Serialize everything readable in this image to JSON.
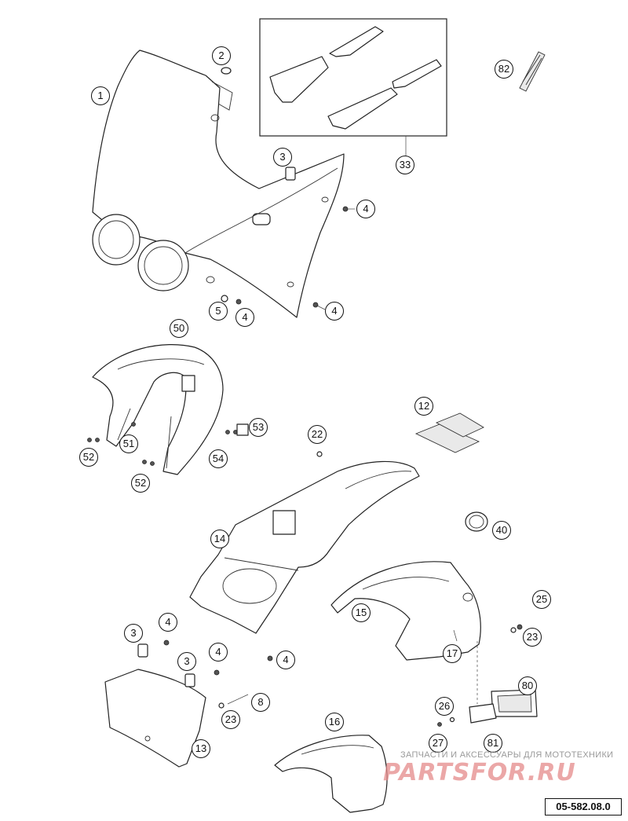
{
  "callouts": [
    {
      "id": "c1",
      "label": "1"
    },
    {
      "id": "c2",
      "label": "2"
    },
    {
      "id": "c3a",
      "label": "3"
    },
    {
      "id": "c4a",
      "label": "4"
    },
    {
      "id": "c4b",
      "label": "4"
    },
    {
      "id": "c4c",
      "label": "4"
    },
    {
      "id": "c5",
      "label": "5"
    },
    {
      "id": "c33",
      "label": "33"
    },
    {
      "id": "c82",
      "label": "82"
    },
    {
      "id": "c50",
      "label": "50"
    },
    {
      "id": "c51",
      "label": "51"
    },
    {
      "id": "c52a",
      "label": "52"
    },
    {
      "id": "c52b",
      "label": "52"
    },
    {
      "id": "c53",
      "label": "53"
    },
    {
      "id": "c54",
      "label": "54"
    },
    {
      "id": "c22",
      "label": "22"
    },
    {
      "id": "c12",
      "label": "12"
    },
    {
      "id": "c14",
      "label": "14"
    },
    {
      "id": "c40",
      "label": "40"
    },
    {
      "id": "c15",
      "label": "15"
    },
    {
      "id": "c25",
      "label": "25"
    },
    {
      "id": "c23a",
      "label": "23"
    },
    {
      "id": "c17",
      "label": "17"
    },
    {
      "id": "c4d",
      "label": "4"
    },
    {
      "id": "c3b",
      "label": "3"
    },
    {
      "id": "c4e",
      "label": "4"
    },
    {
      "id": "c3c",
      "label": "3"
    },
    {
      "id": "c4f",
      "label": "4"
    },
    {
      "id": "c8",
      "label": "8"
    },
    {
      "id": "c23b",
      "label": "23"
    },
    {
      "id": "c13",
      "label": "13"
    },
    {
      "id": "c16",
      "label": "16"
    },
    {
      "id": "c26",
      "label": "26"
    },
    {
      "id": "c27",
      "label": "27"
    },
    {
      "id": "c80",
      "label": "80"
    },
    {
      "id": "c81",
      "label": "81"
    }
  ],
  "watermark": {
    "tagline": "ЗАПЧАСТИ И АКСЕССУАРЫ ДЛЯ МОТОТЕХНИКИ",
    "brand": "PARTSFOR.RU"
  },
  "reference_code": "05-582.08.0"
}
